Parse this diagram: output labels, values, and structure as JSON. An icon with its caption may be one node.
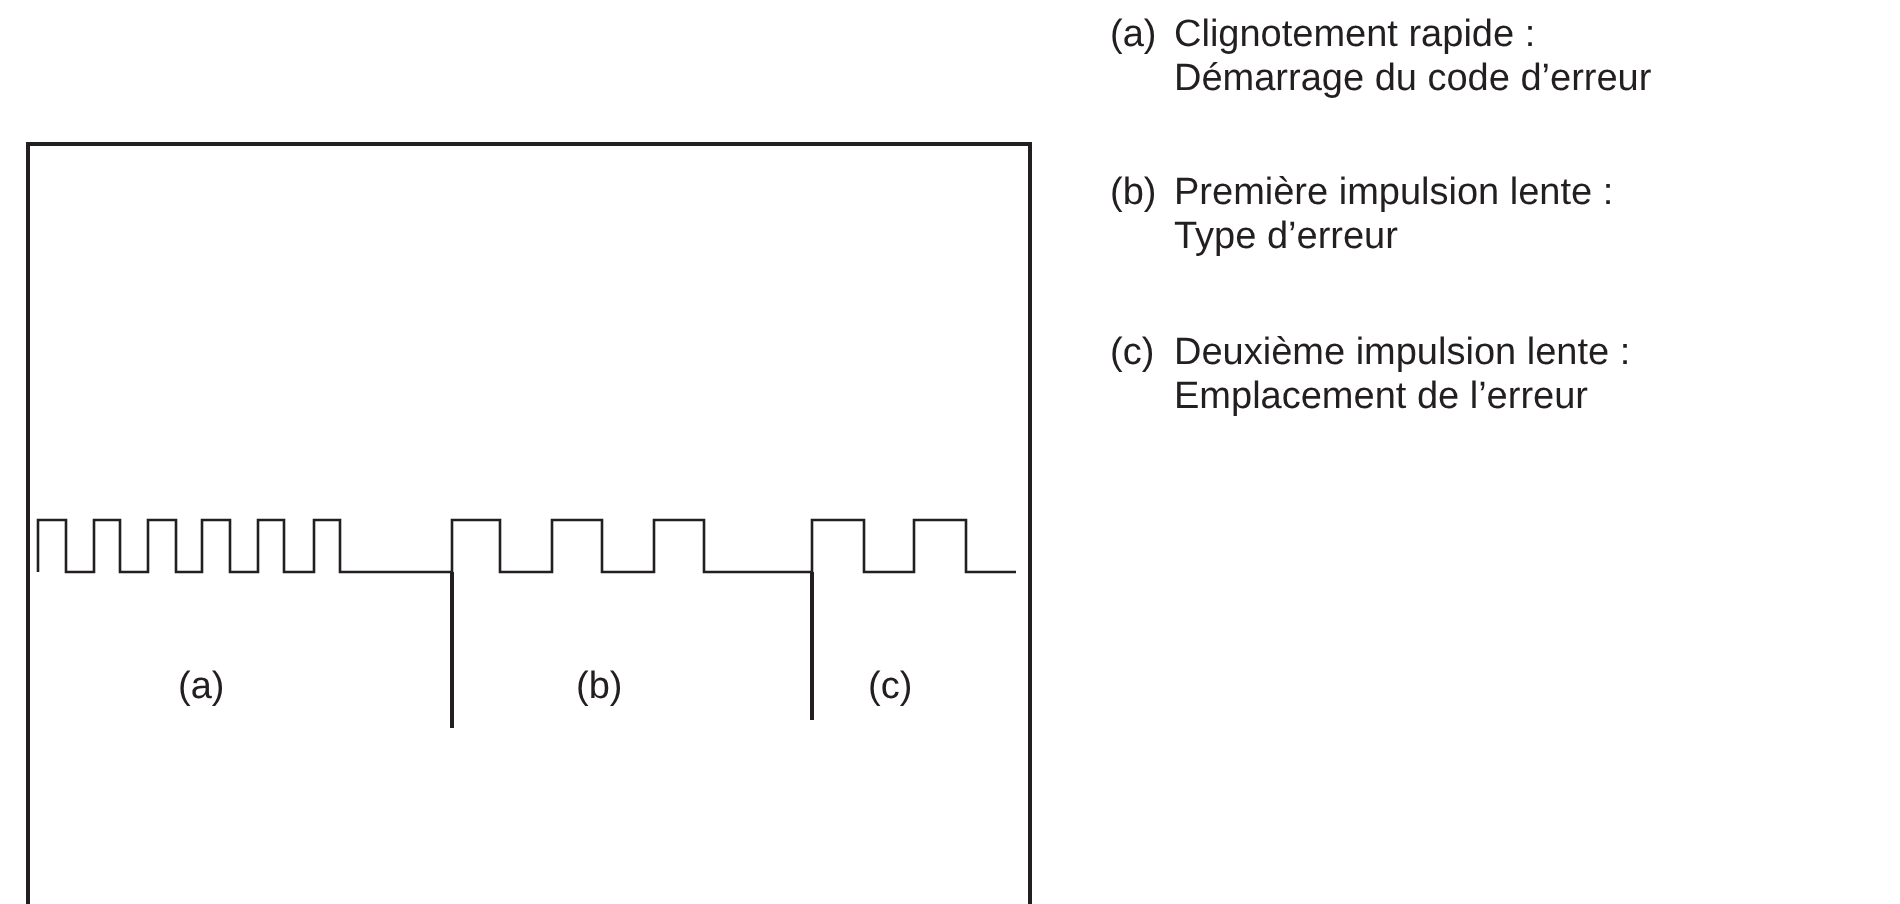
{
  "diagram": {
    "labels": [
      "(a)",
      "Clignotement rapide : Démarrage du code d’erreur",
      "(b)",
      "Première impulsion lente : Type d’erreur",
      "(c)",
      "Deuxième impulsion lente : Emplacement de l’erreur",
      "(a)",
      "(b)",
      "(c)"
    ]
  }
}
